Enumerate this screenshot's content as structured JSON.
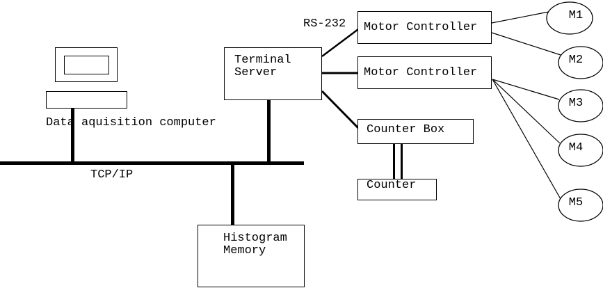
{
  "diagram": {
    "computer_label": "Data aquisition computer",
    "network_label": "TCP/IP",
    "serial_label": "RS-232",
    "terminal_server_label": "Terminal\nServer",
    "motor_controller_1_label": "Motor Controller",
    "motor_controller_2_label": "Motor Controller",
    "counter_box_label": "Counter Box",
    "counter_label": "Counter",
    "histogram_memory_label": "Histogram\nMemory",
    "motors": [
      "M1",
      "M2",
      "M3",
      "M4",
      "M5"
    ]
  },
  "colors": {
    "line": "#000000",
    "background": "#ffffff",
    "text": "#000000"
  }
}
